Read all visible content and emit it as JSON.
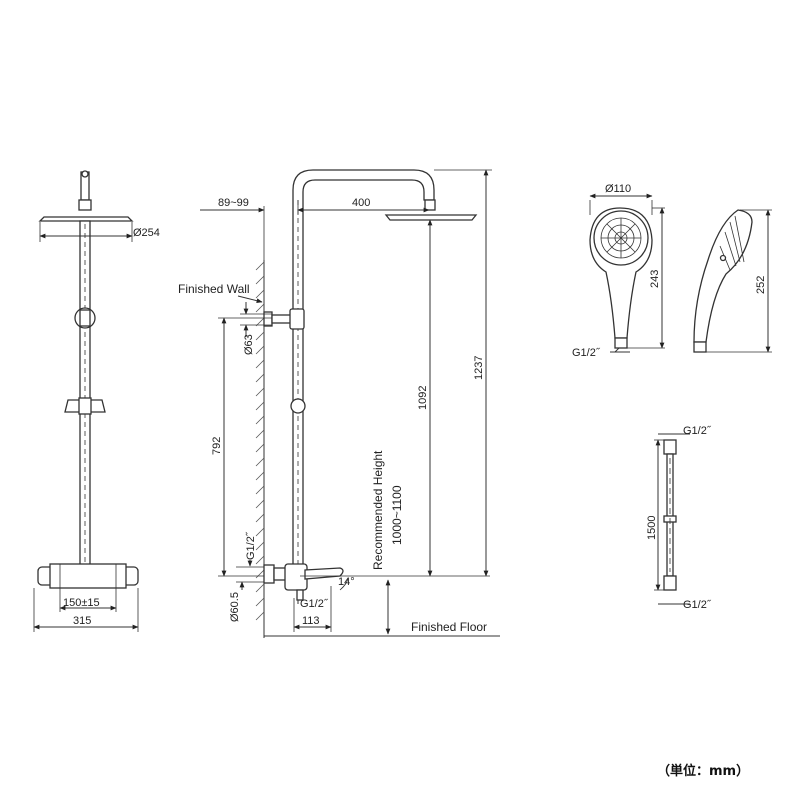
{
  "units": "（単位：mm）",
  "labels": {
    "finished_wall": "Finished Wall",
    "finished_floor": "Finished Floor",
    "recommended_height": "Recommended Height",
    "recommended_height_range": "1000~1100"
  },
  "dimensions": {
    "head_diameter": "Ø254",
    "wall_offset": "89~99",
    "arm_length": "400",
    "bracket_diameter": "Ø63",
    "total_height": "1237",
    "top_height": "1092",
    "bracket_to_valve": "792",
    "valve_inlet": "G1/2˝",
    "valve_diameter": "Ø60.5",
    "spout_outlet": "G1/2˝",
    "spout_length": "113",
    "spout_angle": "14°",
    "centers": "150±15",
    "valve_width": "315",
    "hand_diameter": "Ø110",
    "hand_height_front": "243",
    "hand_height_side": "252",
    "hand_thread": "G1/2˝",
    "hose_top_thread": "G1/2˝",
    "hose_length": "1500",
    "hose_bottom_thread": "G1/2˝"
  }
}
